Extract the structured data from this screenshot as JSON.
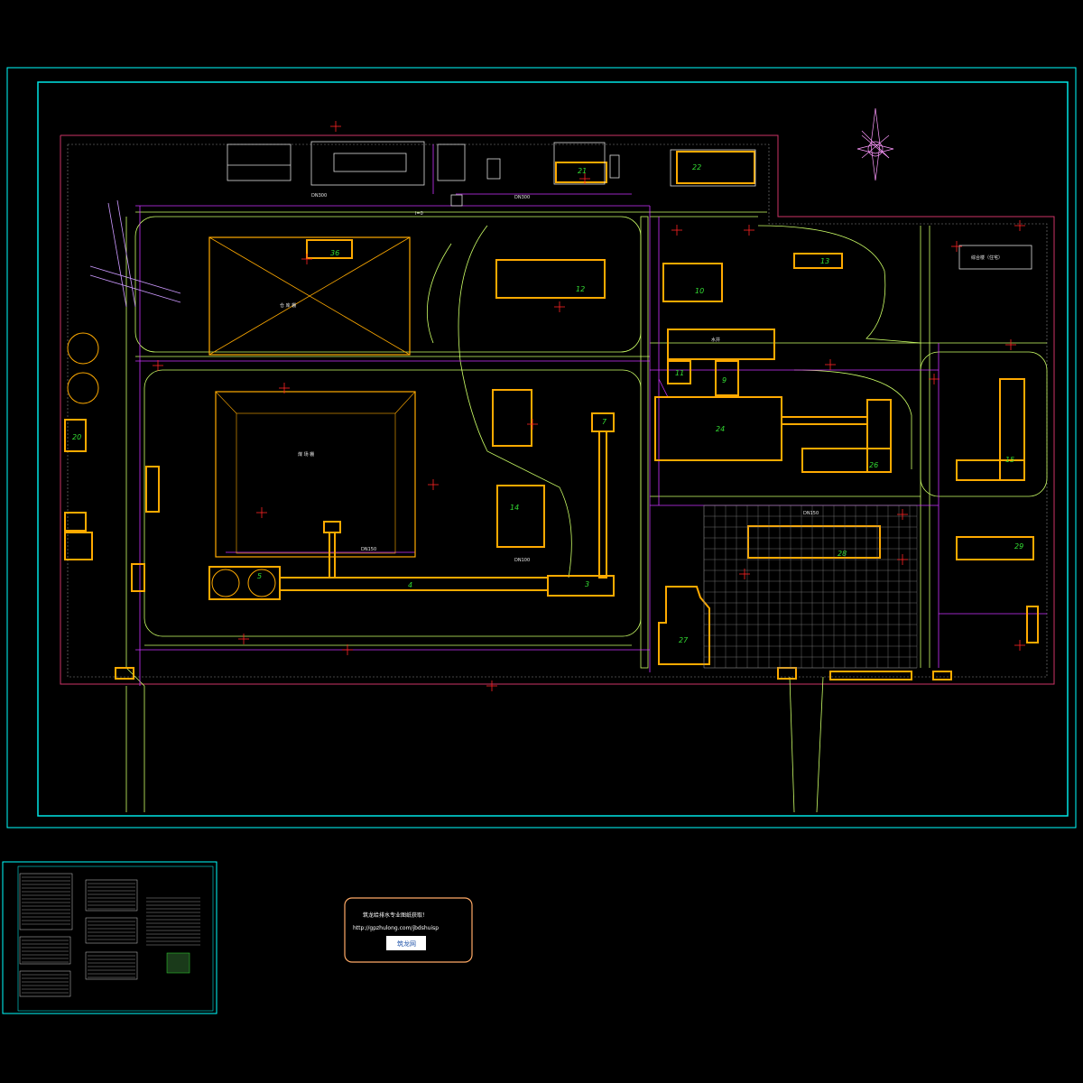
{
  "drawing": {
    "colors": {
      "background": "#000000",
      "frame_outer": "#00ffff",
      "frame_inner": "#00e5e5",
      "site_boundary": "#cc3366",
      "building": "#ffaa00",
      "road": "#ccff66",
      "pipe": "#cc33ff",
      "label": "#33dd33",
      "elevation_mark": "#ff2222",
      "grid": "#aaaaaa"
    },
    "areas": {
      "stockpile_yard_label": "仓 库 棚",
      "coal_yard_label": "煤 场 棚",
      "office_label": "综合楼（住宅）",
      "well_label": "水井"
    },
    "buildings": [
      {
        "id": "building-36",
        "num": "36"
      },
      {
        "id": "building-12",
        "num": "12"
      },
      {
        "id": "building-10",
        "num": "10"
      },
      {
        "id": "building-13",
        "num": "13"
      },
      {
        "id": "building-11",
        "num": "11"
      },
      {
        "id": "building-9",
        "num": "9"
      },
      {
        "id": "building-24",
        "num": "24"
      },
      {
        "id": "building-26",
        "num": "26"
      },
      {
        "id": "building-15",
        "num": "15"
      },
      {
        "id": "building-14",
        "num": "14"
      },
      {
        "id": "building-7",
        "num": "7"
      },
      {
        "id": "building-3",
        "num": "3"
      },
      {
        "id": "building-4",
        "num": "4"
      },
      {
        "id": "building-5",
        "num": "5"
      },
      {
        "id": "building-28",
        "num": "28"
      },
      {
        "id": "building-27",
        "num": "27"
      },
      {
        "id": "building-29",
        "num": "29"
      },
      {
        "id": "building-20",
        "num": "20"
      },
      {
        "id": "building-22",
        "num": "22"
      },
      {
        "id": "building-21",
        "num": "21"
      }
    ],
    "pipe_labels": {
      "dn300": "DN300",
      "dn150": "DN150",
      "dn100": "DN100",
      "slope": "i=0"
    },
    "titleblock": {
      "line1": "筑龙给排水专业图纸获取！",
      "url": "http://gpzhulong.com/jbdshuisp",
      "logo": "筑龙网"
    }
  }
}
